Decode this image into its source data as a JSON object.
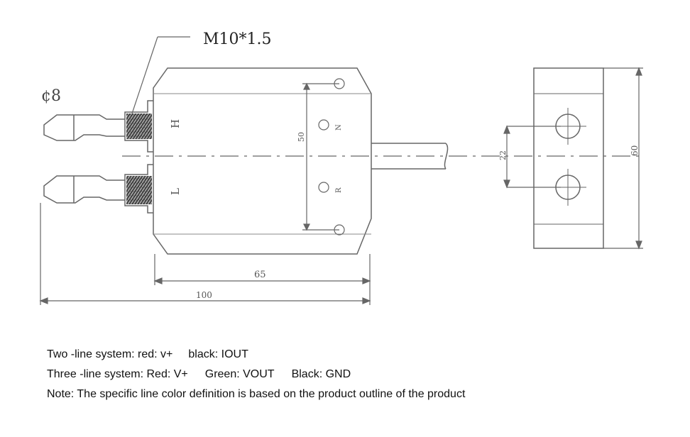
{
  "drawing": {
    "thread_label": "M10*1.5",
    "diameter_label": "¢8",
    "dim_65": "65",
    "dim_100": "100",
    "dim_50": "50",
    "dim_22": "22",
    "dim_60": "60",
    "letter_H": "H",
    "letter_L": "L",
    "letter_N": "N",
    "letter_R": "R"
  },
  "notes": {
    "line1_a": "Two -line system: red: v+",
    "line1_b": "black: IOUT",
    "line2_a": "Three -line system: Red: V+",
    "line2_b": "Green: VOUT",
    "line2_c": "Black: GND",
    "line3": "Note: The specific line color definition is based on the product outline of the product"
  }
}
